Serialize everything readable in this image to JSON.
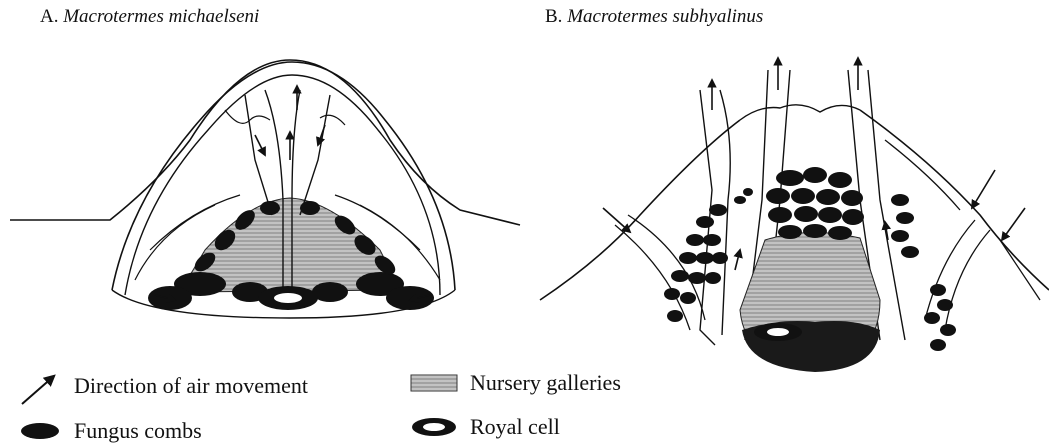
{
  "panels": [
    {
      "label": "A.",
      "species": "Macrotermes michaelseni"
    },
    {
      "label": "B.",
      "species": "Macrotermes subhyalinus"
    }
  ],
  "legend": {
    "air": "Direction of air movement",
    "fungus": "Fungus combs",
    "nursery": "Nursery galleries",
    "royal": "Royal cell"
  }
}
